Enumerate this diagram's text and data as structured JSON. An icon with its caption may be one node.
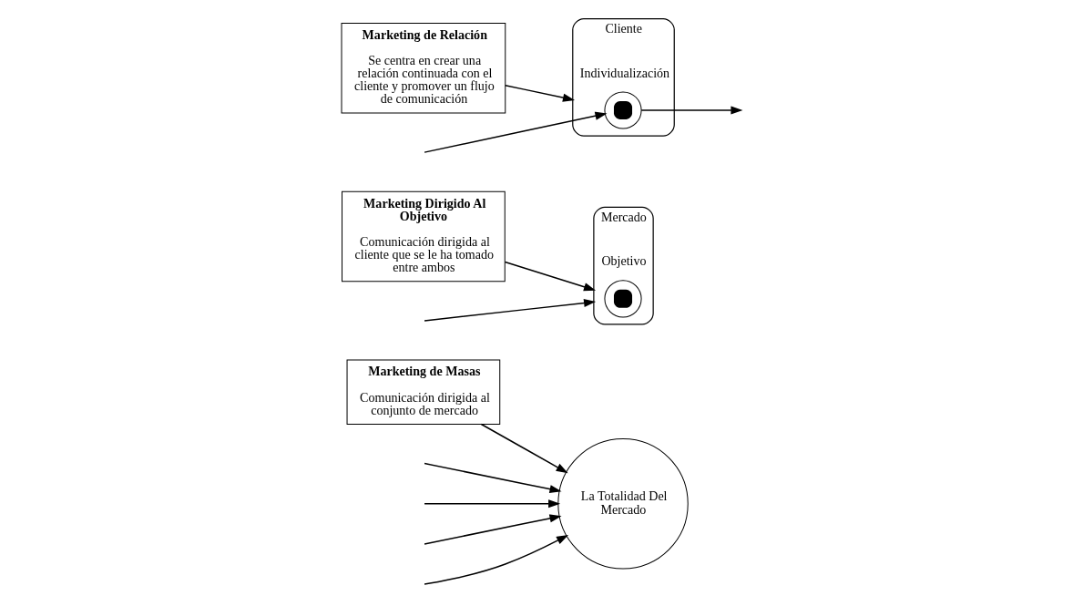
{
  "diagram": {
    "nodes": [
      {
        "text": [
          "Marketing de Masas",
          "Comunicación dirigida al conjunto de mercado"
        ]
      },
      {
        "text": [
          "La Totalidad Del Mercado"
        ]
      },
      {
        "text": [
          "Mercado",
          "Objetivo"
        ]
      },
      {
        "text": [],
        "shape": "circle",
        "in": 2
      },
      {
        "text": [
          "Marketing Dirigido Al Objetivo",
          "Comunicación dirigida al cliente que se le ha tomado entre ambos"
        ]
      },
      {
        "text": [
          "Cliente",
          "Individualización"
        ]
      },
      {
        "text": [],
        "shape": "circle",
        "in": 5
      },
      {
        "text": [
          "Marketing de Relación",
          "Se centra en crear una relación continuada con el cliente y promover un flujo de comunicación"
        ]
      }
    ],
    "edges": [
      {
        "from": null,
        "to": 2,
        "arrow": "to"
      },
      {
        "from": null,
        "to": 6,
        "arrow": "to"
      },
      {
        "from": 6,
        "to": null,
        "arrow": "to"
      },
      {
        "from": 0,
        "to": 1,
        "arrow": "to"
      },
      {
        "from": 4,
        "to": 2,
        "arrow": "to"
      },
      {
        "from": 7,
        "to": 5,
        "arrow": "to"
      },
      {
        "from": null,
        "to": 1,
        "arrow": "to"
      },
      {
        "from": null,
        "to": 1,
        "arrow": "to"
      },
      {
        "from": null,
        "to": 1,
        "arrow": "to"
      },
      {
        "from": null,
        "to": 1,
        "arrow": "to"
      }
    ]
  }
}
